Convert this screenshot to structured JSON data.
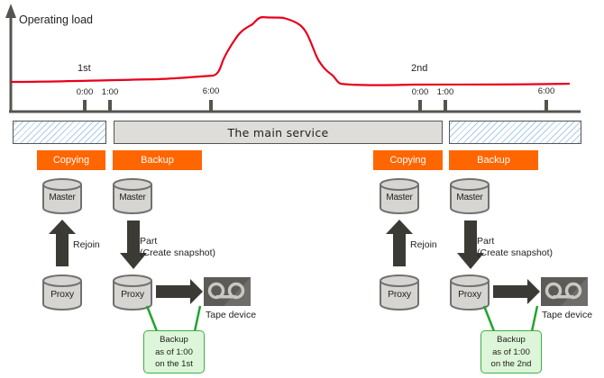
{
  "chart": {
    "y_axis_label": "Operating load",
    "day_labels": [
      "1st",
      "2nd"
    ],
    "ticks": [
      {
        "label": "0:00",
        "day": "1st"
      },
      {
        "label": "1:00",
        "day": "1st"
      },
      {
        "label": "6:00",
        "day": "1st"
      },
      {
        "label": "0:00",
        "day": "2nd"
      },
      {
        "label": "1:00",
        "day": "2nd"
      },
      {
        "label": "6:00",
        "day": "2nd"
      }
    ],
    "line_color": "#e8001c",
    "axis_color": "#555550"
  },
  "timeline": {
    "main_service_label": "The main service"
  },
  "phases": [
    "Copying",
    "Backup",
    "Copying",
    "Backup"
  ],
  "phase_color": "#ff6600",
  "left_group": {
    "copying": {
      "master": "Master",
      "proxy": "Proxy",
      "arrow_label": "Rejoin"
    },
    "backup": {
      "master": "Master",
      "proxy": "Proxy",
      "arrow_label_line1": "Part",
      "arrow_label_line2": "(Create snapshot)",
      "tape_label": "Tape device",
      "note": [
        "Backup",
        "as of 1:00",
        "on the 1st"
      ]
    }
  },
  "right_group": {
    "copying": {
      "master": "Master",
      "proxy": "Proxy",
      "arrow_label": "Rejoin"
    },
    "backup": {
      "master": "Master",
      "proxy": "Proxy",
      "arrow_label_line1": "Part",
      "arrow_label_line2": "(Create snapshot)",
      "tape_label": "Tape device",
      "note": [
        "Backup",
        "as of 1:00",
        "on the 2nd"
      ]
    }
  }
}
